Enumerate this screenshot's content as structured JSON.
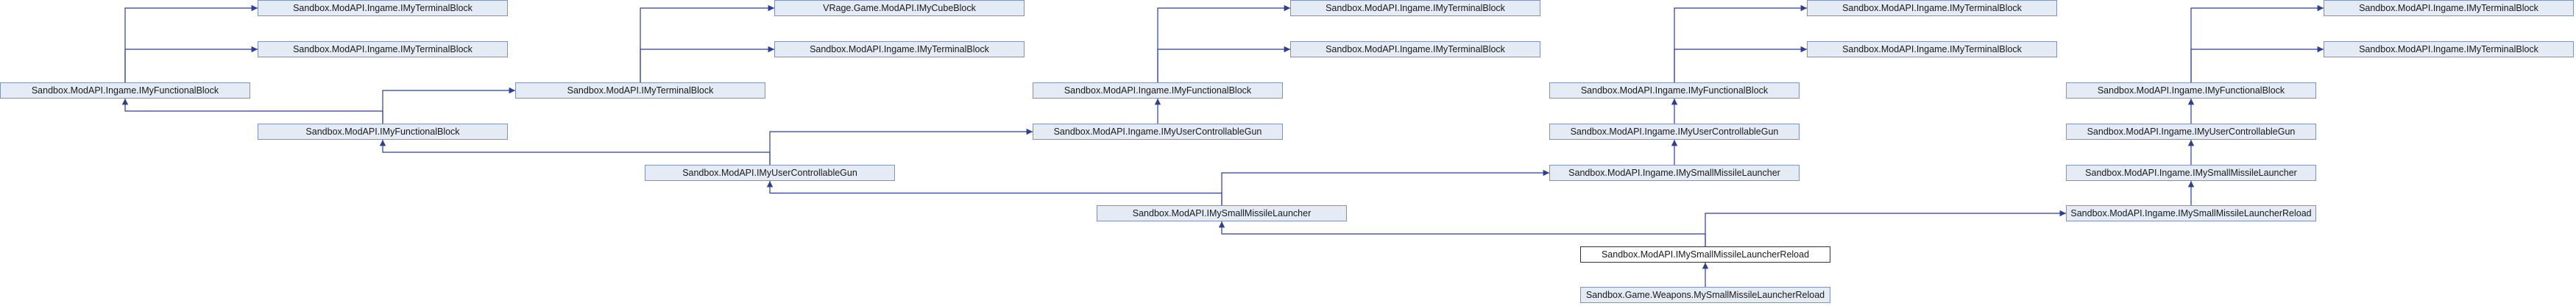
{
  "diagram": {
    "type": "class-inheritance-graph",
    "colors": {
      "node_fill": "#e5ebf5",
      "node_border": "#8093c0",
      "edge": "#2c3f94",
      "focus_fill": "#ffffff",
      "focus_border": "#333333"
    },
    "nodes": [
      {
        "id": "n0",
        "label": "Sandbox.ModAPI.Ingame.IMyTerminalBlock"
      },
      {
        "id": "n1",
        "label": "Sandbox.ModAPI.Ingame.IMyTerminalBlock"
      },
      {
        "id": "n2",
        "label": "Sandbox.ModAPI.Ingame.IMyFunctionalBlock"
      },
      {
        "id": "n3",
        "label": "Sandbox.ModAPI.IMyTerminalBlock"
      },
      {
        "id": "n4",
        "label": "VRage.Game.ModAPI.IMyCubeBlock"
      },
      {
        "id": "n5",
        "label": "Sandbox.ModAPI.Ingame.IMyTerminalBlock"
      },
      {
        "id": "n6",
        "label": "Sandbox.ModAPI.IMyFunctionalBlock"
      },
      {
        "id": "n7",
        "label": "Sandbox.ModAPI.IMyUserControllableGun"
      },
      {
        "id": "n8",
        "label": "Sandbox.ModAPI.Ingame.IMyTerminalBlock"
      },
      {
        "id": "n9",
        "label": "Sandbox.ModAPI.Ingame.IMyTerminalBlock"
      },
      {
        "id": "n10",
        "label": "Sandbox.ModAPI.Ingame.IMyFunctionalBlock"
      },
      {
        "id": "n11",
        "label": "Sandbox.ModAPI.Ingame.IMyUserControllableGun"
      },
      {
        "id": "n12",
        "label": "Sandbox.ModAPI.IMySmallMissileLauncher"
      },
      {
        "id": "n13",
        "label": "Sandbox.ModAPI.Ingame.IMyTerminalBlock"
      },
      {
        "id": "n14",
        "label": "Sandbox.ModAPI.Ingame.IMyTerminalBlock"
      },
      {
        "id": "n15",
        "label": "Sandbox.ModAPI.Ingame.IMyFunctionalBlock"
      },
      {
        "id": "n16",
        "label": "Sandbox.ModAPI.Ingame.IMyUserControllableGun"
      },
      {
        "id": "n17",
        "label": "Sandbox.ModAPI.Ingame.IMySmallMissileLauncher"
      },
      {
        "id": "n18",
        "label": "Sandbox.ModAPI.Ingame.IMyTerminalBlock"
      },
      {
        "id": "n19",
        "label": "Sandbox.ModAPI.Ingame.IMyTerminalBlock"
      },
      {
        "id": "n20",
        "label": "Sandbox.ModAPI.Ingame.IMyFunctionalBlock"
      },
      {
        "id": "n21",
        "label": "Sandbox.ModAPI.Ingame.IMyUserControllableGun"
      },
      {
        "id": "n22",
        "label": "Sandbox.ModAPI.Ingame.IMySmallMissileLauncher"
      },
      {
        "id": "n23",
        "label": "Sandbox.ModAPI.Ingame.IMySmallMissileLauncherReload"
      },
      {
        "id": "n24",
        "label": "Sandbox.ModAPI.IMySmallMissileLauncherReload",
        "focus": true
      },
      {
        "id": "n25",
        "label": "Sandbox.Game.Weapons.MySmallMissileLauncherReload"
      }
    ],
    "edges": [
      {
        "from": "n2",
        "to": "n0"
      },
      {
        "from": "n2",
        "to": "n1"
      },
      {
        "from": "n6",
        "to": "n2"
      },
      {
        "from": "n6",
        "to": "n3"
      },
      {
        "from": "n3",
        "to": "n4"
      },
      {
        "from": "n3",
        "to": "n5"
      },
      {
        "from": "n7",
        "to": "n6"
      },
      {
        "from": "n7",
        "to": "n11"
      },
      {
        "from": "n10",
        "to": "n8"
      },
      {
        "from": "n10",
        "to": "n9"
      },
      {
        "from": "n11",
        "to": "n10"
      },
      {
        "from": "n12",
        "to": "n7"
      },
      {
        "from": "n12",
        "to": "n17"
      },
      {
        "from": "n15",
        "to": "n13"
      },
      {
        "from": "n15",
        "to": "n14"
      },
      {
        "from": "n16",
        "to": "n15"
      },
      {
        "from": "n17",
        "to": "n16"
      },
      {
        "from": "n20",
        "to": "n18"
      },
      {
        "from": "n20",
        "to": "n19"
      },
      {
        "from": "n21",
        "to": "n20"
      },
      {
        "from": "n22",
        "to": "n21"
      },
      {
        "from": "n23",
        "to": "n22"
      },
      {
        "from": "n24",
        "to": "n12"
      },
      {
        "from": "n24",
        "to": "n23"
      },
      {
        "from": "n25",
        "to": "n24"
      }
    ]
  }
}
